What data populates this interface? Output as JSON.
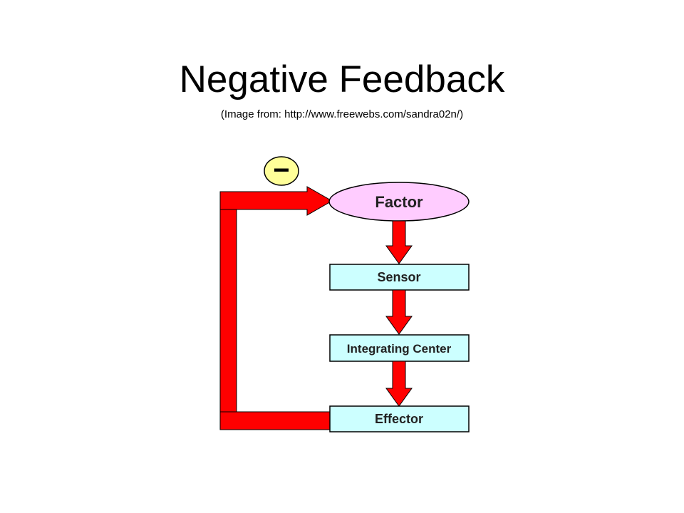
{
  "slide": {
    "title": "Negative Feedback",
    "caption": "(Image from: http://www.freewebs.com/sandra02n/)"
  },
  "diagram": {
    "feedback_sign": "−",
    "nodes": {
      "factor": "Factor",
      "sensor": "Sensor",
      "integrating_center": "Integrating Center",
      "effector": "Effector"
    },
    "colors": {
      "arrow_fill": "#ff0000",
      "box_fill": "#ccffff",
      "ellipse_fill": "#ffccff",
      "sign_fill": "#ffff99"
    }
  }
}
